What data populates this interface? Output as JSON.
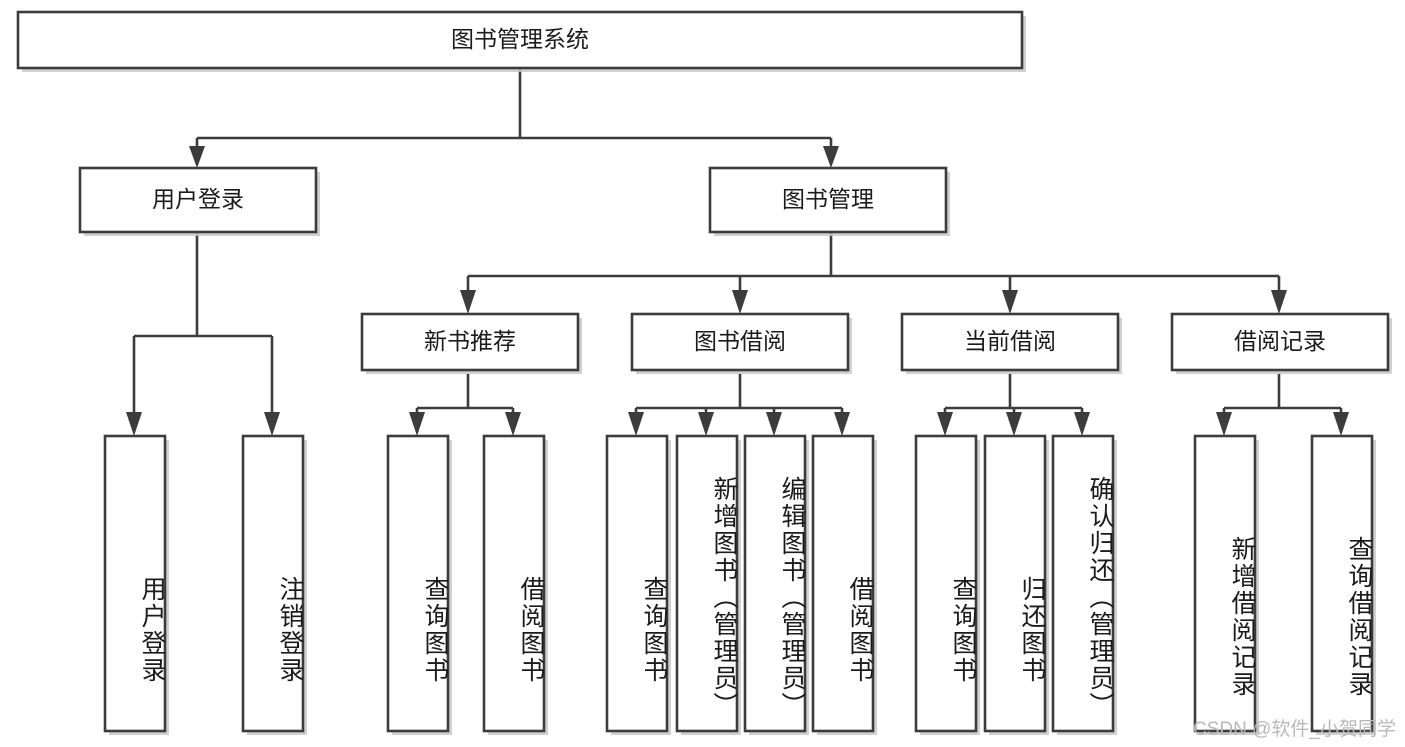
{
  "diagram": {
    "type": "tree",
    "title": "图书管理系统",
    "root": {
      "label": "图书管理系统"
    },
    "level2": [
      {
        "label": "用户登录"
      },
      {
        "label": "图书管理"
      }
    ],
    "level3": [
      {
        "label": "新书推荐",
        "parent": "图书管理"
      },
      {
        "label": "图书借阅",
        "parent": "图书管理"
      },
      {
        "label": "当前借阅",
        "parent": "图书管理"
      },
      {
        "label": "借阅记录",
        "parent": "图书管理"
      }
    ],
    "leaves": [
      {
        "label": "用户登录",
        "parent": "用户登录"
      },
      {
        "label": "注销登录",
        "parent": "用户登录"
      },
      {
        "label": "查询图书",
        "parent": "新书推荐"
      },
      {
        "label": "借阅图书",
        "parent": "新书推荐"
      },
      {
        "label": "查询图书",
        "parent": "图书借阅"
      },
      {
        "label": "新增图书（管理员）",
        "parent": "图书借阅"
      },
      {
        "label": "编辑图书（管理员）",
        "parent": "图书借阅"
      },
      {
        "label": "借阅图书",
        "parent": "图书借阅"
      },
      {
        "label": "查询图书",
        "parent": "当前借阅"
      },
      {
        "label": "归还图书",
        "parent": "当前借阅"
      },
      {
        "label": "确认归还（管理员）",
        "parent": "当前借阅"
      },
      {
        "label": "新增借阅记录",
        "parent": "借阅记录"
      },
      {
        "label": "查询借阅记录",
        "parent": "借阅记录"
      }
    ],
    "colors": {
      "box_stroke": "#3c3c3c",
      "box_fill": "#ffffff",
      "text": "#1b1b1b",
      "watermark": "#b9b9b9",
      "background": "#ffffff"
    }
  },
  "watermark": {
    "text": "CSDN @软件_小贺同学"
  }
}
